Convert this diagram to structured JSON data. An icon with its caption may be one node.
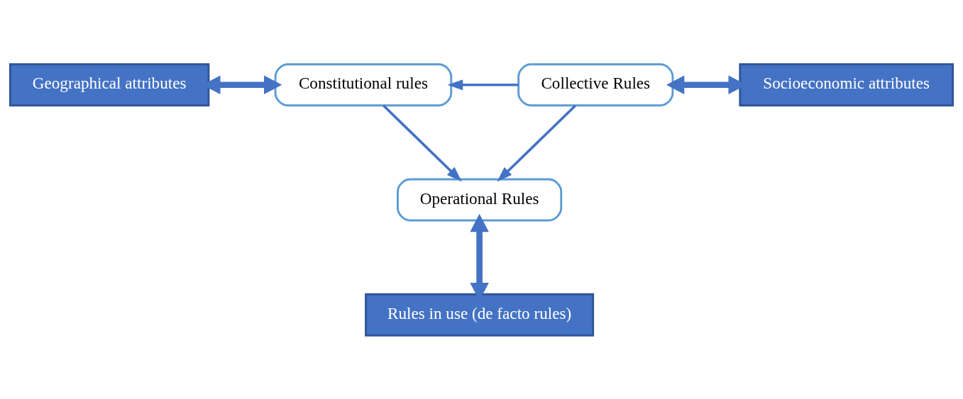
{
  "diagram": {
    "nodes": [
      {
        "text": [
          "Geographical attributes"
        ]
      },
      {
        "text": [
          "Constitutional rules"
        ]
      },
      {
        "text": [
          "Collective Rules"
        ]
      },
      {
        "text": [
          "Socioeconomic attributes"
        ]
      },
      {
        "text": [
          "Operational Rules"
        ]
      },
      {
        "text": [
          "Rules in use (de facto rules)"
        ]
      }
    ],
    "edges": [
      {
        "from": 0,
        "to": 1,
        "arrow": "both",
        "style": "thick"
      },
      {
        "from": 2,
        "to": 1,
        "arrow": "to"
      },
      {
        "from": 3,
        "to": 2,
        "arrow": "both",
        "style": "thick"
      },
      {
        "from": 1,
        "to": 4,
        "arrow": "to"
      },
      {
        "from": 2,
        "to": 4,
        "arrow": "to"
      },
      {
        "from": 4,
        "to": 5,
        "arrow": "both",
        "style": "thick"
      }
    ]
  }
}
